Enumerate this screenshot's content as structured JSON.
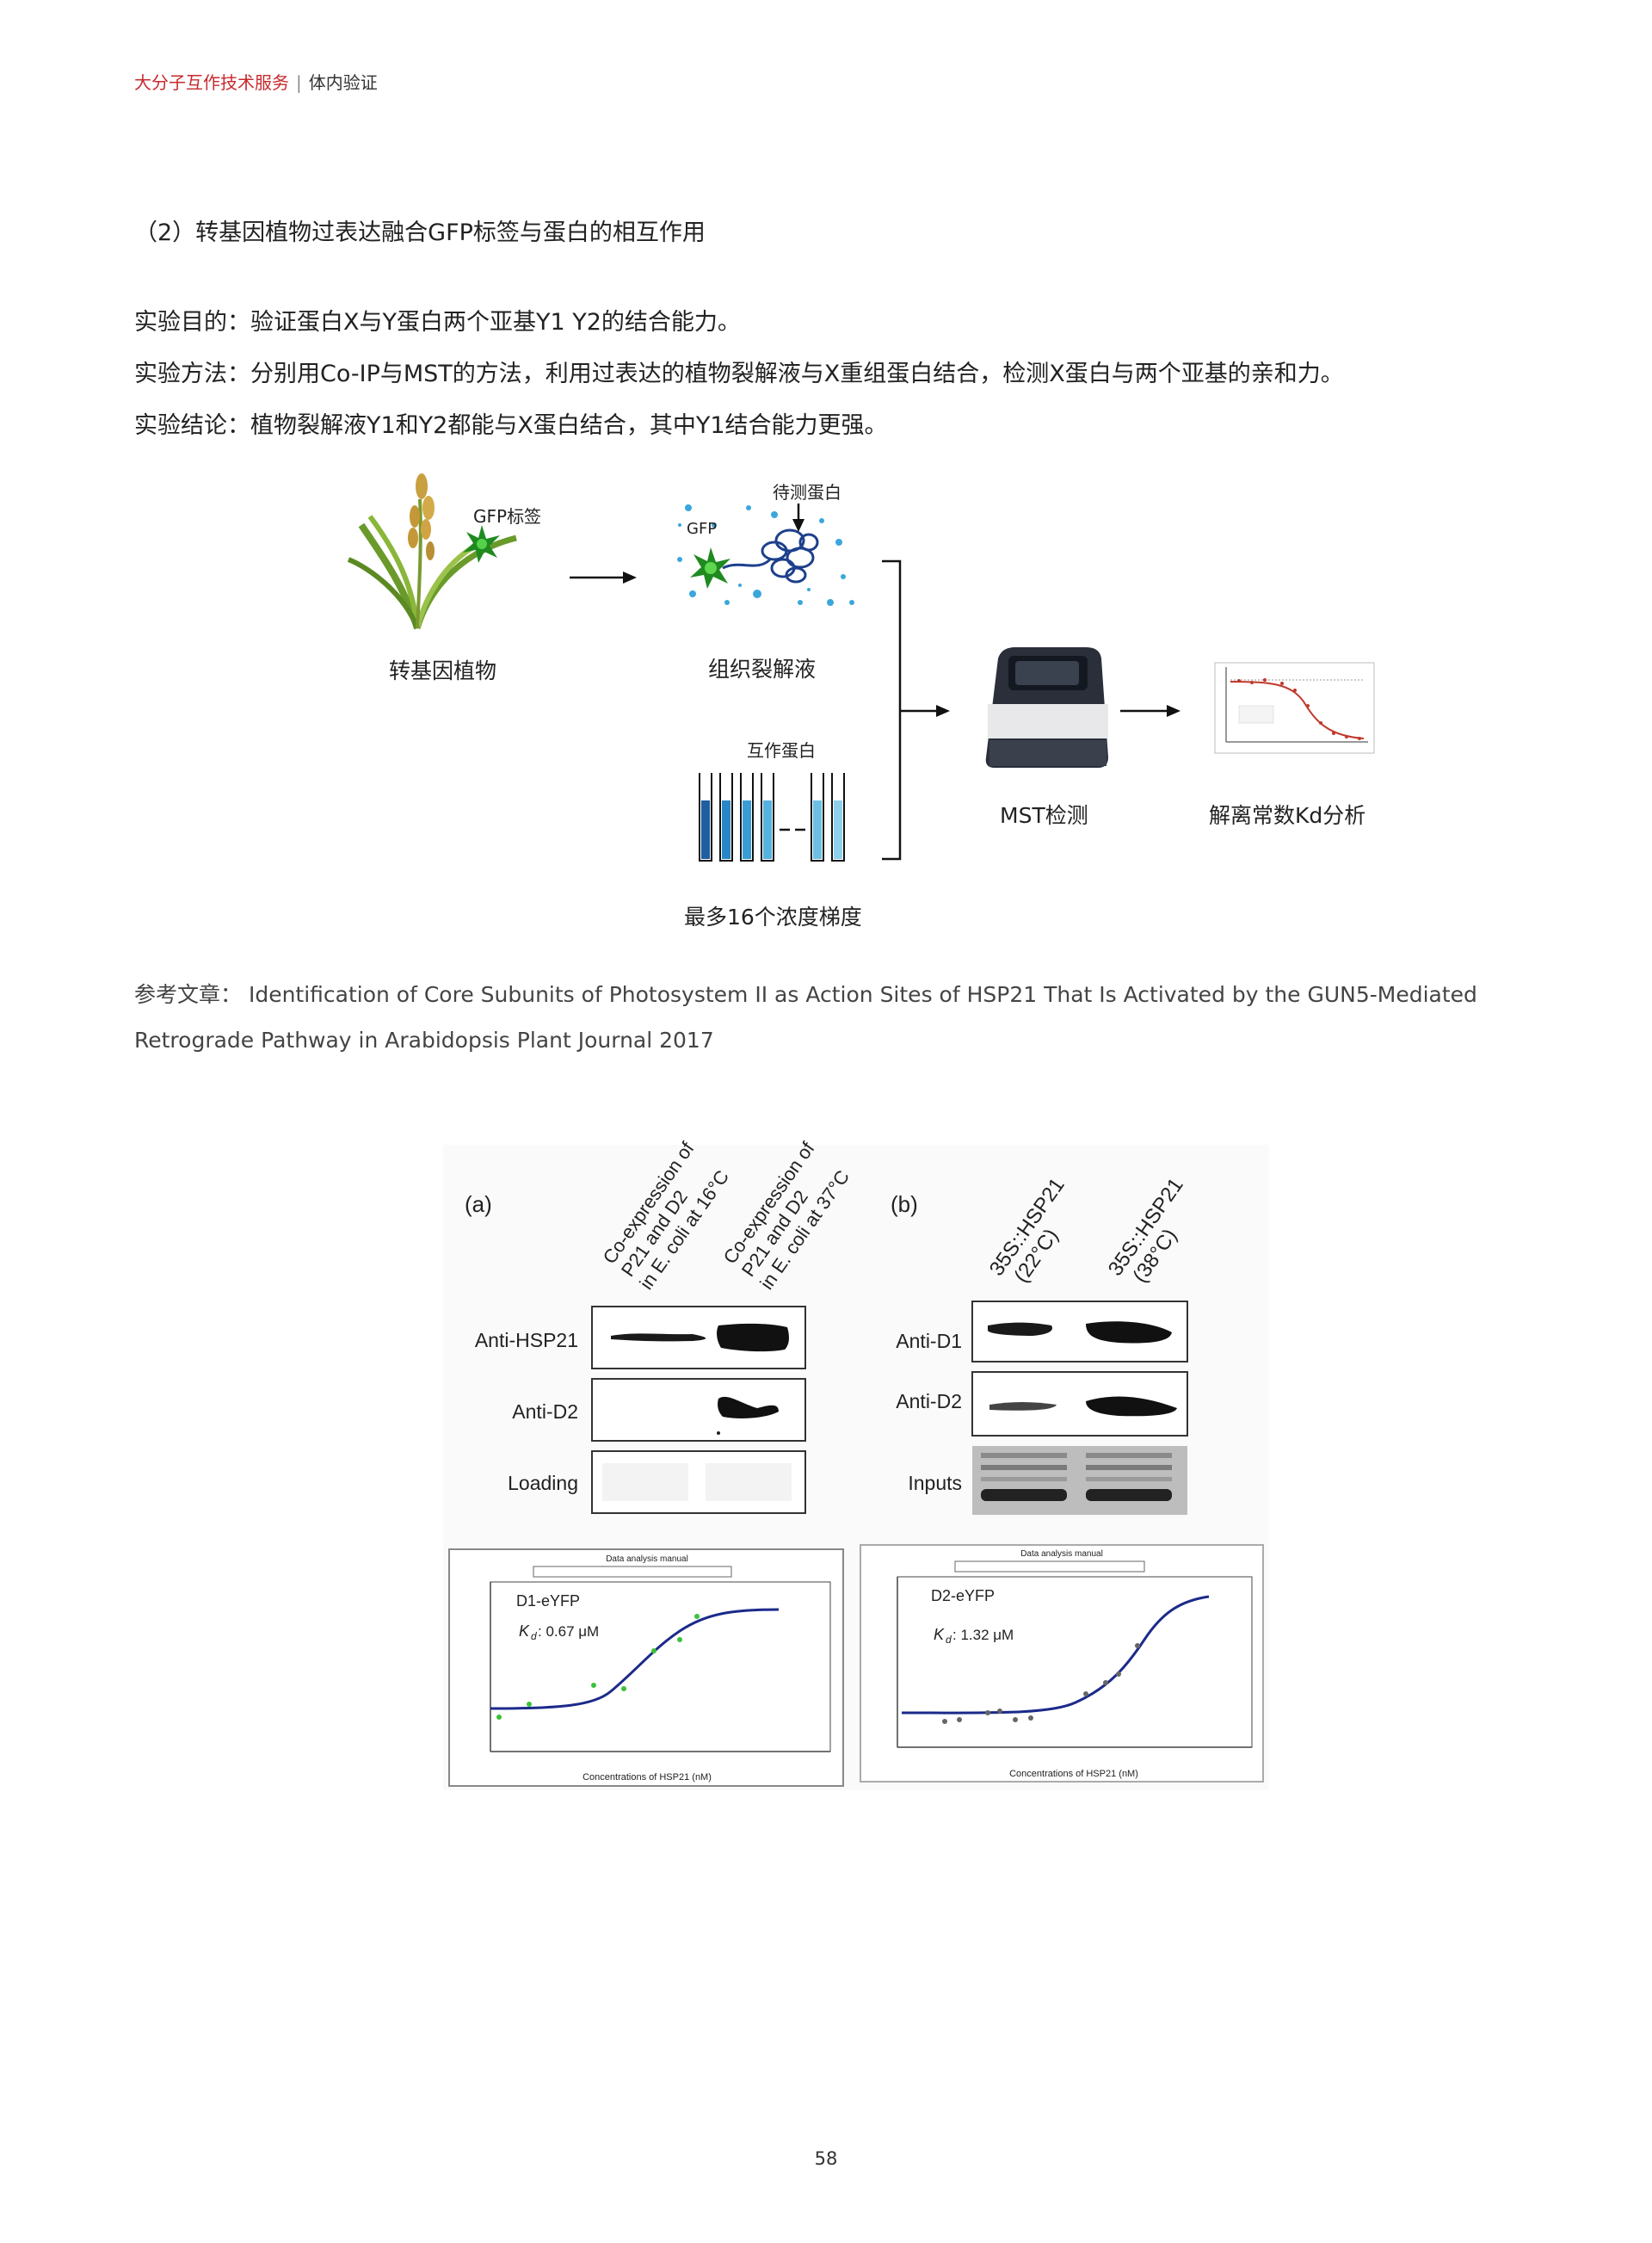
{
  "header": {
    "main": "大分子互作技术服务",
    "sep": "|",
    "sub": "体内验证"
  },
  "section_title": "（2）转基因植物过表达融合GFP标签与蛋白的相互作用",
  "purpose": "实验目的：验证蛋白X与Y蛋白两个亚基Y1 Y2的结合能力。",
  "method": "实验方法：分别用Co-IP与MST的方法，利用过表达的植物裂解液与X重组蛋白结合，检测X蛋白与两个亚基的亲和力。",
  "conclusion": "实验结论：植物裂解液Y1和Y2都能与X蛋白结合，其中Y1结合能力更强。",
  "diagram": {
    "gfp_tag": "GFP标签",
    "plant": "转基因植物",
    "gfp": "GFP",
    "test_protein": "待测蛋白",
    "lysate": "组织裂解液",
    "interact_protein": "互作蛋白",
    "gradient": "最多16个浓度梯度",
    "mst": "MST检测",
    "kd": "解离常数Kd分析"
  },
  "reference": {
    "line1": "参考文章： Identification of Core Subunits of Photosystem II as Action Sites of HSP21 That Is Activated by the GUN5-Mediated",
    "line2": "Retrograde Pathway in Arabidopsis Plant Journal 2017"
  },
  "figure": {
    "panel_a": "(a)",
    "panel_b": "(b)",
    "col_a1": [
      "Co-expression of",
      "P21 and D2",
      "in E. coli at 16°C"
    ],
    "col_a2": [
      "Co-expression of",
      "P21 and D2",
      "in E. coli at 37°C"
    ],
    "col_b1": [
      "35S::HSP21",
      "(22°C)"
    ],
    "col_b2": [
      "35S::HSP21",
      "(38°C)"
    ],
    "rows_a": [
      "Anti-HSP21",
      "Anti-D2",
      "Loading"
    ],
    "rows_b": [
      "Anti-D1",
      "Anti-D2",
      "Inputs"
    ],
    "plot1": {
      "title": "Data analysis manual",
      "label": "D1-eYFP",
      "kd_label": "K",
      "kd_sub": "d",
      "kd_value": ": 0.67 μM",
      "xlabel": "Concentrations of HSP21 (nM)"
    },
    "plot2": {
      "title": "Data analysis manual",
      "label": "D2-eYFP",
      "kd_label": "K",
      "kd_sub": "d",
      "kd_value": ": 1.32 μM",
      "xlabel": "Concentrations of HSP21 (nM)"
    }
  },
  "page_number": "58"
}
